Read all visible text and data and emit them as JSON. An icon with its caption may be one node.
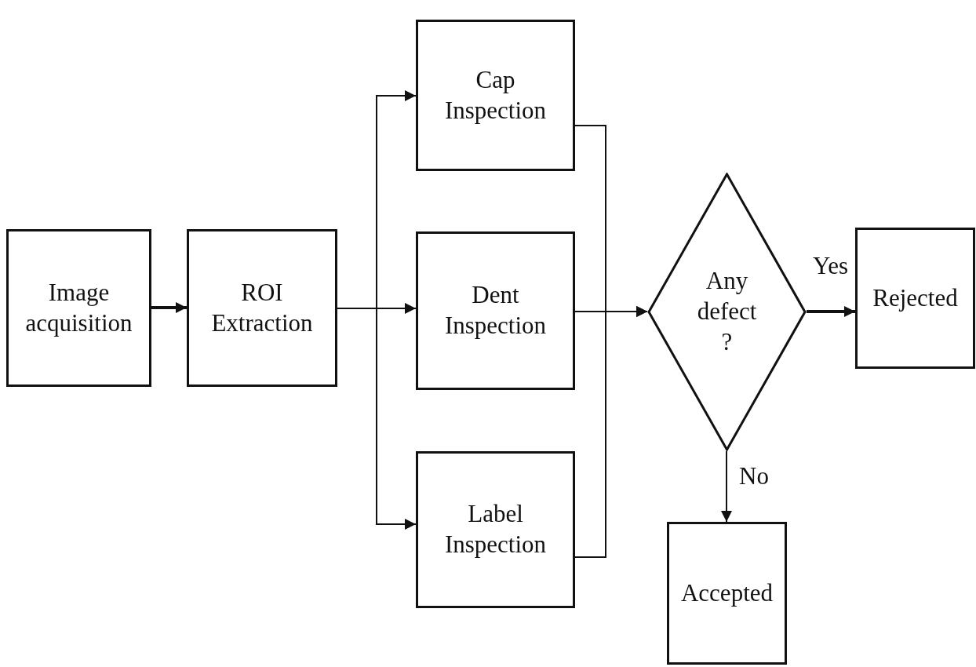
{
  "diagram": {
    "nodes": [
      {
        "text": [
          "Image acquisition"
        ]
      },
      {
        "text": [
          "ROI Extraction"
        ]
      },
      {
        "text": [
          "Cap Inspection"
        ]
      },
      {
        "text": [
          "Dent Inspection"
        ]
      },
      {
        "text": [
          "Label Inspection"
        ]
      },
      {
        "text": [
          "Any defect ?"
        ]
      },
      {
        "text": [
          "Rejected"
        ]
      },
      {
        "text": [
          "Accepted"
        ]
      }
    ],
    "edges": [
      {
        "from": 0,
        "to": 1,
        "arrow": "to",
        "style": "thick"
      },
      {
        "from": 1,
        "to": 2,
        "arrow": "to"
      },
      {
        "from": 1,
        "to": 3,
        "arrow": "to"
      },
      {
        "from": 1,
        "to": 4,
        "arrow": "to"
      },
      {
        "from": 2,
        "to": 5,
        "arrow": "to"
      },
      {
        "from": 3,
        "to": 5,
        "arrow": "to"
      },
      {
        "from": 4,
        "to": 5,
        "arrow": "to"
      },
      {
        "from": 5,
        "to": 6,
        "arrow": "to",
        "label": "Yes",
        "style": "thick"
      },
      {
        "from": 5,
        "to": 7,
        "arrow": "to",
        "label": "No"
      }
    ]
  }
}
